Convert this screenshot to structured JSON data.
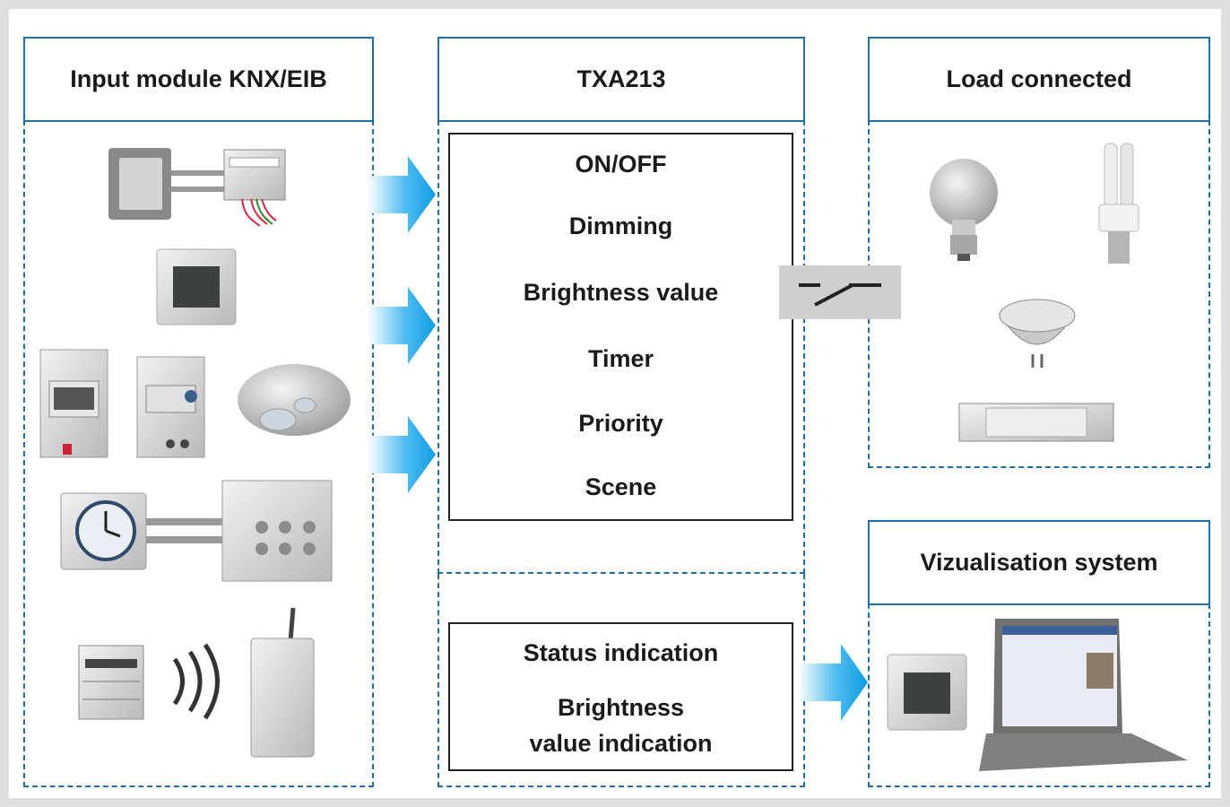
{
  "columns": {
    "input": {
      "title": "Input module KNX/EIB"
    },
    "device": {
      "title": "TXA213"
    },
    "load": {
      "title": "Load connected"
    },
    "visual": {
      "title": "Vizualisation system"
    }
  },
  "functions": [
    "ON/OFF",
    "Dimming",
    "Brightness value",
    "Timer",
    "Priority",
    "Scene"
  ],
  "indications": [
    "Status indication",
    "Brightness",
    "value indication"
  ],
  "icons": {
    "input": [
      "push-button-with-interface",
      "room-controller",
      "din-rail-timer",
      "din-rail-dimmer",
      "ceiling-motion-detector",
      "analog-time-switch",
      "din-rail-actuator",
      "radio-transmitter",
      "radio-waves",
      "radio-receiver"
    ],
    "load": [
      "incandescent-bulb",
      "compact-fluorescent-lamp",
      "halogen-reflector-lamp",
      "electronic-ballast"
    ],
    "visual": [
      "room-display",
      "laptop"
    ],
    "link": [
      "switch-contact"
    ]
  },
  "colors": {
    "frame": "#1f6fa8",
    "arrow": "#19a2e6",
    "text": "#1a1a1a"
  }
}
